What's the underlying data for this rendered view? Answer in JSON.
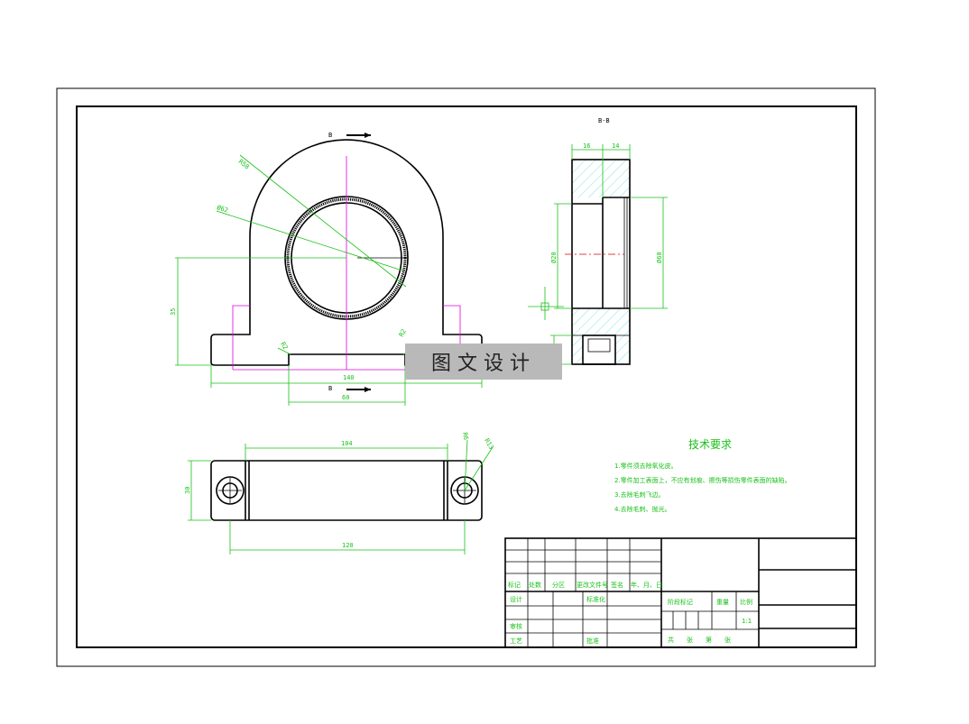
{
  "section_label": "B-B",
  "cut_labels": {
    "top": "B",
    "bottom": "B"
  },
  "dimensions": {
    "r58": "R58",
    "d62": "Ø62",
    "h35": "35",
    "w140": "140",
    "w60": "60",
    "r2_left": "R2",
    "r2_right": "R2",
    "top16": "16",
    "top14": "14",
    "dia_inner": "Ø20",
    "dia_outer": "Ø60",
    "l104": "104",
    "h30": "30",
    "l120": "120",
    "r13": "R13",
    "r6": "R6"
  },
  "requirements": {
    "title": "技术要求",
    "items": [
      "1.零件须去除氧化皮。",
      "2.零件加工表面上，不应有划痕、擦伤等损伤零件表面的缺陷。",
      "3.去除毛刺飞边。",
      "4.去除毛刺、抛光。"
    ]
  },
  "title_block": {
    "row_labels": [
      "标记",
      "处数",
      "分区",
      "更改文件号",
      "签名",
      "年、月、日"
    ],
    "design": "设计",
    "standardize": "标准化",
    "review": "审核",
    "process": "工艺",
    "approve": "批准",
    "stage_mark": "阶段标记",
    "weight": "重量",
    "scale": "比例",
    "scale_value": "1:1",
    "sheet_info": "共　　张　　第　　张"
  },
  "watermark": "图文设计",
  "colors": {
    "line": "#000000",
    "dimension": "#18c018",
    "center": "#e000e0",
    "hatch": "#30d0d0"
  }
}
